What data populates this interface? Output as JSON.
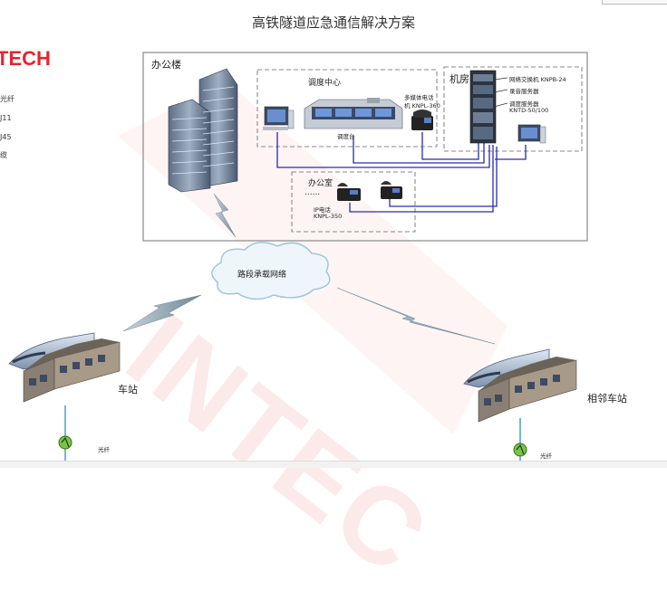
{
  "title": "高铁隧道应急通信解决方案",
  "logo_text": "TECH",
  "watermark_text": "INTEC",
  "legend_items": [
    "光纤",
    "J11",
    "J45",
    "缆"
  ],
  "office_building": {
    "label": "办公楼"
  },
  "dispatch_center": {
    "label": "调度中心",
    "console_label": "调度台",
    "multimedia_phone_label_1": "多媒体电话",
    "multimedia_phone_label_2": "机 KNPL-360"
  },
  "machine_room": {
    "label": "机房",
    "switch_label": "网络交换机 KNPB-24",
    "recording_server_label": "录音服务器",
    "dispatch_server_label_1": "调度服务器",
    "dispatch_server_label_2": "KNTD-50/100"
  },
  "office": {
    "label": "办公室",
    "dots": "......",
    "ip_phone_label_1": "IP电话",
    "ip_phone_label_2": "KNPL-350"
  },
  "network": {
    "label": "路段承载网络"
  },
  "station": {
    "label": "车站",
    "fiber_label": "光纤"
  },
  "neighbor_station": {
    "label": "相邻车站",
    "fiber_label": "光纤"
  },
  "colors": {
    "brand": "#e8242d",
    "link_blue": "#2a2ab0",
    "box_border": "#888888",
    "dashed_border": "#8a8a8a"
  }
}
